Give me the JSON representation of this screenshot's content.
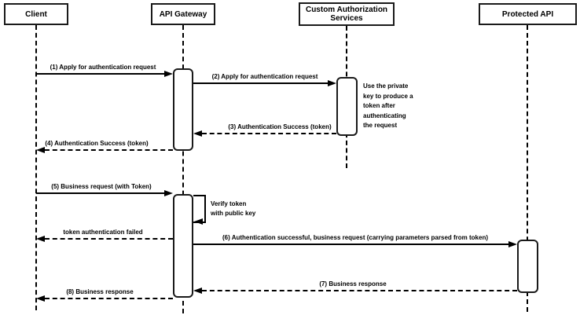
{
  "diagram": {
    "type": "sequence-diagram",
    "colors": {
      "stroke": "#000000",
      "fill": "#ffffff"
    },
    "actors": [
      {
        "name": "Client"
      },
      {
        "name": "API Gateway"
      },
      {
        "name": "Custom Authorization Services"
      },
      {
        "name": "Protected API"
      }
    ],
    "messages": [
      {
        "label": "(1) Apply for authentication request",
        "from": "Client",
        "to": "API Gateway",
        "style": "solid"
      },
      {
        "label": "(2) Apply for authentication request",
        "from": "API Gateway",
        "to": "Custom Authorization Services",
        "style": "solid"
      },
      {
        "label": "(3) Authentication Success (token)",
        "from": "Custom Authorization Services",
        "to": "API Gateway",
        "style": "dashed"
      },
      {
        "label": "(4) Authentication Success (token)",
        "from": "API Gateway",
        "to": "Client",
        "style": "dashed"
      },
      {
        "label": "(5) Business request (with Token)",
        "from": "Client",
        "to": "API Gateway",
        "style": "solid"
      },
      {
        "label": "Verify token\nwith public key",
        "from": "API Gateway",
        "to": "API Gateway",
        "style": "self"
      },
      {
        "label": "token authentication failed",
        "from": "API Gateway",
        "to": "Client",
        "style": "dashed"
      },
      {
        "label": "(6) Authentication successful, business request (carrying parameters parsed from token)",
        "from": "API Gateway",
        "to": "Protected API",
        "style": "solid"
      },
      {
        "label": "(7) Business response",
        "from": "Protected API",
        "to": "API Gateway",
        "style": "dashed"
      },
      {
        "label": "(8) Business response",
        "from": "API Gateway",
        "to": "Client",
        "style": "dashed"
      }
    ],
    "notes": [
      {
        "text": "Use the private\nkey to produce a\ntoken after\nauthenticating\nthe request",
        "attached_to": "Custom Authorization Services"
      }
    ]
  }
}
